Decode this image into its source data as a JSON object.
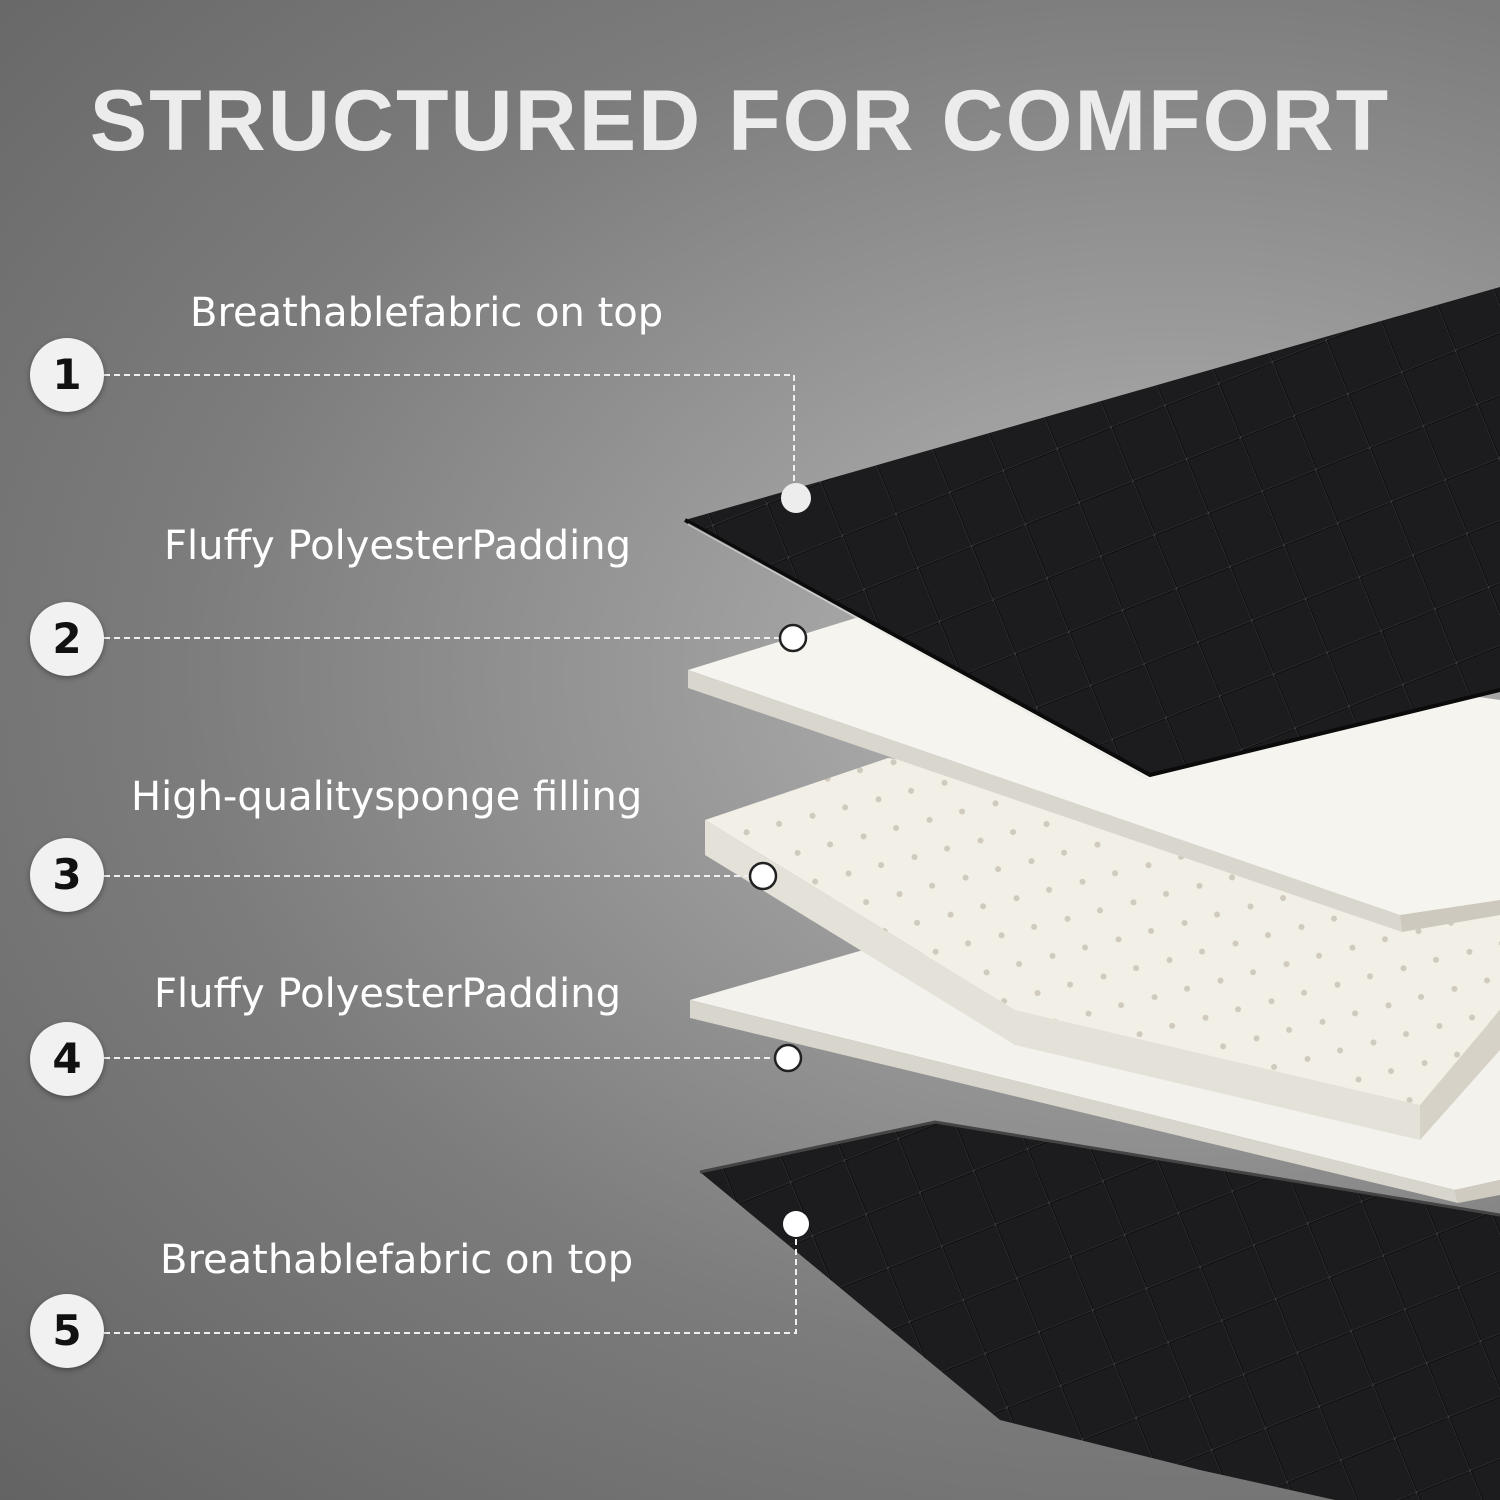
{
  "title": "STRUCTURED FOR COMFORT",
  "layers": [
    {
      "number": "1",
      "label": "Breathablefabric on top",
      "material": "black quilted fabric"
    },
    {
      "number": "2",
      "label": "Fluffy PolyesterPadding",
      "material": "white padding"
    },
    {
      "number": "3",
      "label": "High-qualitysponge filling",
      "material": "white sponge"
    },
    {
      "number": "4",
      "label": "Fluffy PolyesterPadding",
      "material": "white padding"
    },
    {
      "number": "5",
      "label": "Breathablefabric on top",
      "material": "black quilted fabric"
    }
  ],
  "colors": {
    "fabric": "#1c1c1e",
    "padding": "#f3f1ea",
    "label_text": "#ffffff",
    "badge": "#f1f1f1"
  }
}
